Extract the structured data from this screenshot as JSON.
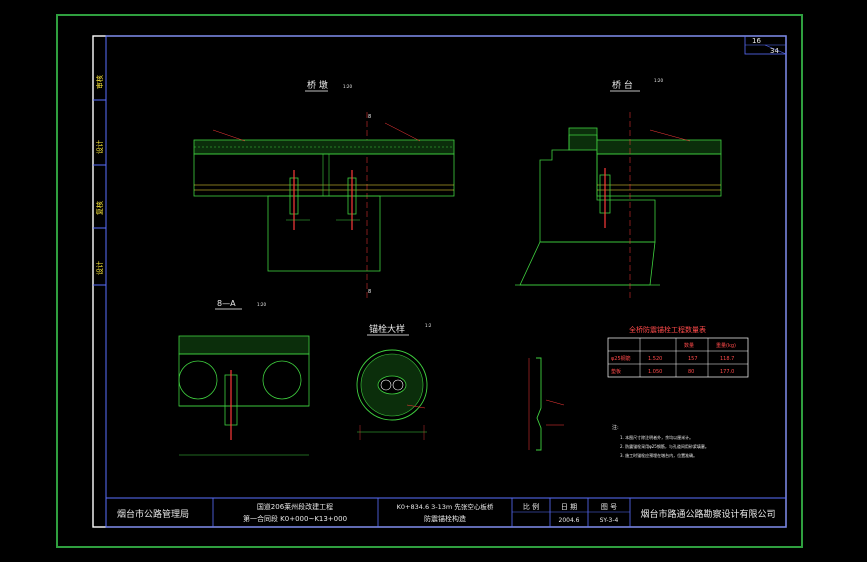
{
  "colors": {
    "background": "#000000",
    "outline": "#2f9f3f",
    "border": "#ffffff",
    "frame": "#5a6fff",
    "structure": "#3fd03f",
    "leader": "#ff3a3a",
    "text": "#f0f0f0",
    "table": "#ff4a4a"
  },
  "sheet": {
    "page_no": "16",
    "page_total": "34"
  },
  "left_margin": {
    "cells": [
      "审核",
      "设计",
      "复核",
      "设计"
    ]
  },
  "views": {
    "pier": {
      "title": "桥 墩",
      "scale": "1:20",
      "section_mark": "8"
    },
    "abutment": {
      "title": "桥 台",
      "scale": "1:20"
    },
    "section_aa": {
      "title": "8—A",
      "scale": "1:20"
    },
    "anchor": {
      "title": "锚栓大样",
      "scale": "1:2"
    }
  },
  "table": {
    "title": "全桥防震锚栓工程数量表",
    "headers": [
      "",
      "",
      "数量",
      "重量(kg)"
    ],
    "rows": [
      [
        "φ25钢筋",
        "1.520",
        "157",
        "118.7"
      ],
      [
        "垫板",
        "1.050",
        "80",
        "177.0"
      ]
    ]
  },
  "notes": {
    "title": "注:",
    "items": [
      "1. 本图尺寸除注明者外，余均以厘米计。",
      "2. 防震锚栓采用φ25钢筋，与孔道间用砂浆填塞。",
      "3. 施工时锚栓应预埋在墩台内，位置准确。"
    ]
  },
  "title_block": {
    "owner": "烟台市公路管理局",
    "project_line1": "国道206莱州段改建工程",
    "project_line2": "第一合同段 K0+000~K13+000",
    "drawing_line1": "K0+834.6 3-13m 先张空心板桥",
    "drawing_line2": "防震锚栓构造",
    "scale_label": "比 例",
    "date_label": "日 期",
    "date_value": "2004.6",
    "figno_label": "图 号",
    "figno_value": "SY-3-4",
    "designer": "烟台市路通公路勘察设计有限公司"
  }
}
